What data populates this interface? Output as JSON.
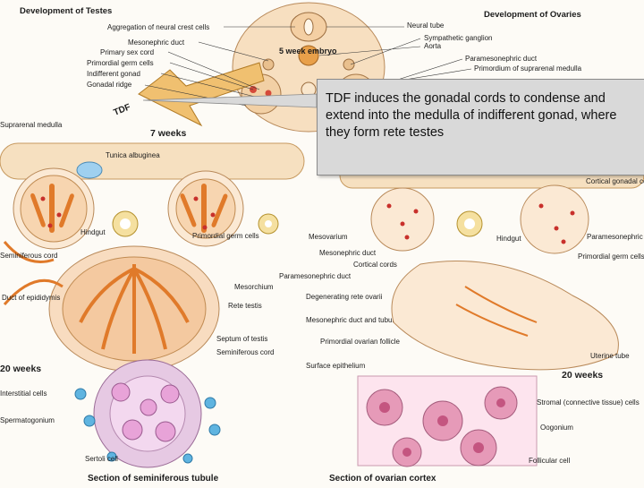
{
  "headers": {
    "testes": "Development of Testes",
    "ovaries": "Development of Ovaries",
    "embryo": "5 week embryo",
    "tdf_arrow": "TDF"
  },
  "stages": {
    "left_7wk": "7 weeks",
    "left_20wk": "20 weeks",
    "right_20wk": "20 weeks"
  },
  "section_titles": {
    "seminiferous": "Section of seminiferous tubule",
    "ovarian": "Section of ovarian cortex"
  },
  "labels_top_left": [
    "Aggregation of neural crest cells",
    "Mesonephric duct",
    "Primary sex cord",
    "Primordial germ cells",
    "Indifferent gonad",
    "Gonadal ridge"
  ],
  "labels_top_right": [
    "Neural tube",
    "Sympathetic ganglion",
    "Aorta",
    "Paramesonephric duct",
    "Primordium of suprarenal medulla"
  ],
  "labels_left": {
    "suprarenal": "Suprarenal medulla",
    "tunica": "Tunica albuginea",
    "seminiferous_cord": "Seminiferous cord",
    "hindgut_l": "Hindgut",
    "pgc": "Primordial germ cells",
    "duct_epid": "Duct of epididymis",
    "interstitial": "Interstitial cells",
    "spermatogonium": "Spermatogonium",
    "sertoli": "Sertoli cell"
  },
  "labels_center": {
    "mesovarium": "Mesovarium",
    "mesonephric_duct": "Mesonephric duct",
    "cortical": "Cortical cords",
    "paramesonephric": "Paramesonephric duct",
    "mesorchium": "Mesorchium",
    "rete": "Rete testis",
    "septum": "Septum of testis",
    "semcord": "Seminiferous cord",
    "degenerating": "Degenerating rete ovarii",
    "meso_tubule": "Mesonephric duct and tubule",
    "primordial_follicle": "Primordial ovarian follicle",
    "surface_epi": "Surface epithelium"
  },
  "labels_right": {
    "cortical_cords_r": "Cortical gonadal cords",
    "paramesonephric_r": "Paramesonephric duct",
    "pgc_r": "Primordial germ cells",
    "hindgut_r": "Hindgut",
    "uterine": "Uterine tube",
    "stromal": "Stromal (connective tissue) cells",
    "oogonium": "Oogonium",
    "follicular": "Follicular cell"
  },
  "callout": {
    "text": "TDF induces the gonadal cords to condense and extend into the medulla of indifferent gonad, where they form rete testes"
  }
}
